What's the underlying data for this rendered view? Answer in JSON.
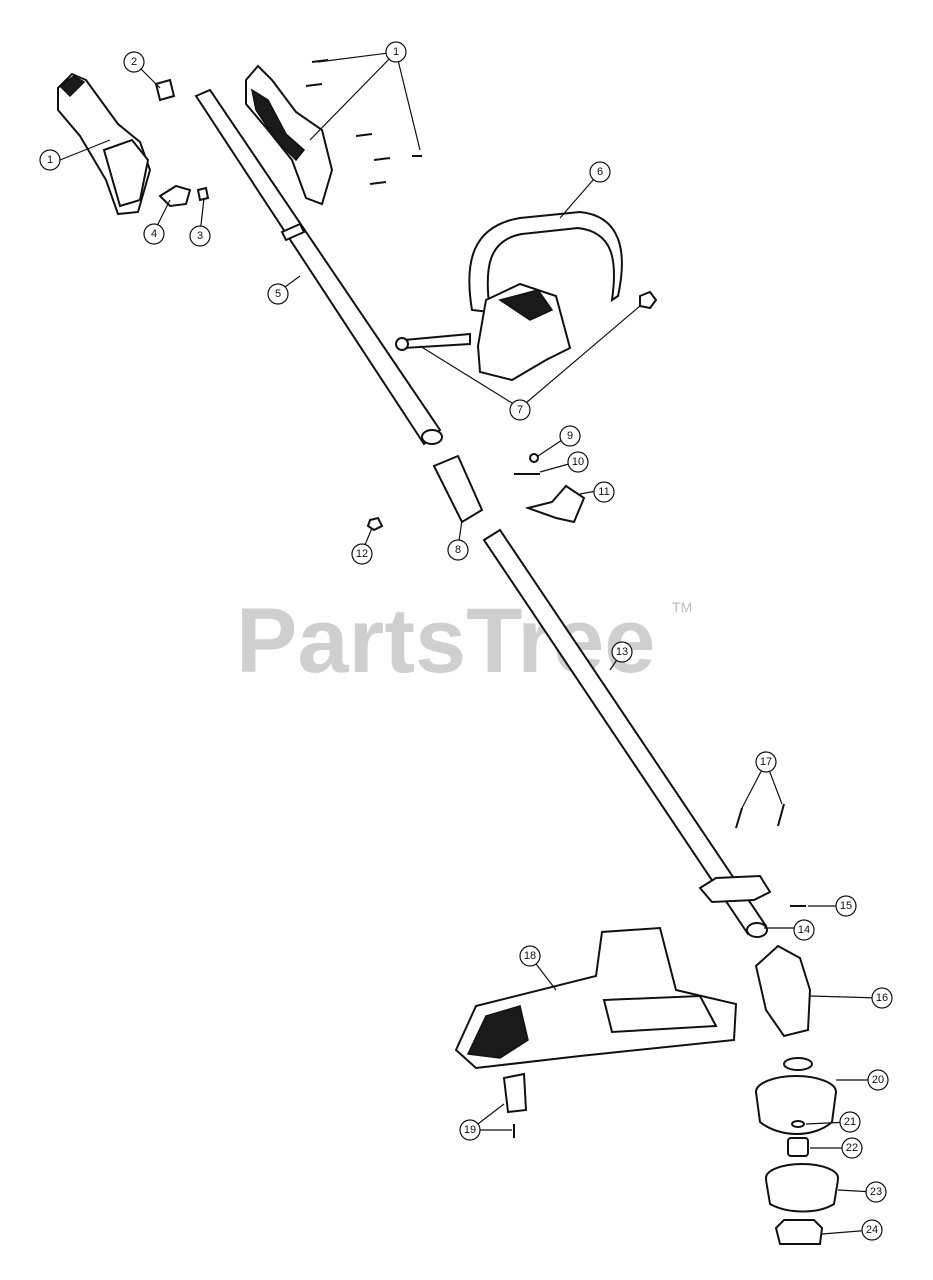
{
  "watermark": {
    "text": "PartsTree",
    "trademark": "TM"
  },
  "callouts": [
    "1",
    "2",
    "3",
    "4",
    "5",
    "6",
    "7",
    "8",
    "9",
    "10",
    "11",
    "12",
    "13",
    "14",
    "15",
    "16",
    "17",
    "18",
    "19",
    "20",
    "21",
    "22",
    "23",
    "24"
  ],
  "colors": {
    "ink": "#111111",
    "watermark": "#cfcfcf",
    "background": "#ffffff"
  }
}
